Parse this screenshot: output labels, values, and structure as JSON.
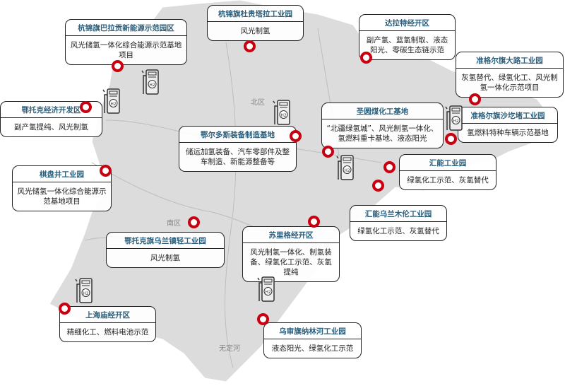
{
  "map_labels": {
    "north": "北区",
    "south": "南区",
    "river": "无定河"
  },
  "colors": {
    "marker": "#c8000f",
    "title": "#2c5f7c",
    "land": "#dcdcdc"
  },
  "marker_icon": "location-ring-icon",
  "station_icon": "hydrogen-pump-icon",
  "station_label": "H2",
  "parks": [
    {
      "title": "杭锦旗巴拉贡新能源示范园区",
      "desc": "风光储氢一体化综合能源示范基地项目"
    },
    {
      "title": "杭锦旗杜贵塔拉工业园",
      "desc": "风光制氢"
    },
    {
      "title": "达拉特经开区",
      "desc": "副产氢、蓝氢制取、液态阳光、零碳生态链示范"
    },
    {
      "title": "准格尔旗大路工业园",
      "desc": "灰氢替代、绿氢化工、风光制氢一体化示范项目"
    },
    {
      "title": "鄂托克经济开发区",
      "desc": "副产氢提纯、风光制氢"
    },
    {
      "title": "鄂尔多斯装备制造基地",
      "desc": "储运加氢装备、汽车零部件及整车制造、新能源整备等"
    },
    {
      "title": "圣圆煤化工基地",
      "desc": "“北疆绿氢城”、风光制氢一体化、氢燃料重卡基地、液态阳光"
    },
    {
      "title": "准格尔旗沙圪堵工业园",
      "desc": "氢燃料特种车辆示范基地"
    },
    {
      "title": "棋盘井工业园",
      "desc": "风光储氢一体化综合能源示范基地项目"
    },
    {
      "title": "汇能工业园",
      "desc": "绿氢化工示范、灰氢替代"
    },
    {
      "title": "汇能乌兰木伦工业园",
      "desc": "绿氢化工示范、灰氢替代"
    },
    {
      "title": "鄂托克旗乌兰镇轻工业园",
      "desc": "风光制氢"
    },
    {
      "title": "苏里格经开区",
      "desc": "风光制氢一体化、制氢装备、绿氢化工示范、灰氢提纯"
    },
    {
      "title": "上海庙经开区",
      "desc": "精细化工、燃料电池示范"
    },
    {
      "title": "乌审旗纳林河工业园",
      "desc": "液态阳光、绿氢化工示范"
    }
  ]
}
